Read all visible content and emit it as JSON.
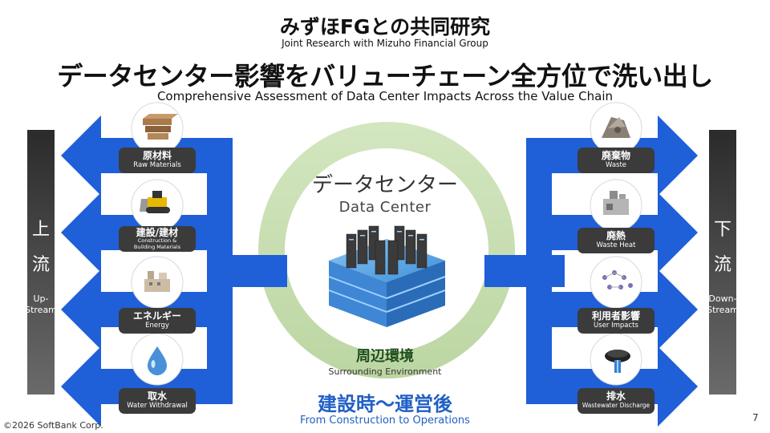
{
  "header": {
    "title_jp": "みずほFGとの共同研究",
    "title_en": "Joint Research with Mizuho Financial Group",
    "headline_jp": "データセンター影響をバリューチェーン全方位で洗い出し",
    "headline_en": "Comprehensive Assessment of Data Center Impacts Across the Value Chain"
  },
  "upstream": {
    "jp_top": "上",
    "jp_bottom": "流",
    "en_line1": "Up-",
    "en_line2": "Stream",
    "items": [
      {
        "jp": "原材料",
        "en": "Raw Materials",
        "icon": "lumber-icon"
      },
      {
        "jp": "建設/建材",
        "en_line1": "Construction &",
        "en_line2": "Building Materials",
        "icon": "bulldozer-icon"
      },
      {
        "jp": "エネルギー",
        "en": "Energy",
        "icon": "power-plant-icon"
      },
      {
        "jp": "取水",
        "en": "Water Withdrawal",
        "icon": "water-drop-icon"
      }
    ]
  },
  "downstream": {
    "jp_top": "下",
    "jp_bottom": "流",
    "en_line1": "Down-",
    "en_line2": "Stream",
    "items": [
      {
        "jp": "廃棄物",
        "en": "Waste",
        "icon": "scrap-pile-icon"
      },
      {
        "jp": "廃熱",
        "en": "Waste Heat",
        "icon": "exhaust-machine-icon"
      },
      {
        "jp": "利用者影響",
        "en": "User Impacts",
        "icon": "users-network-icon"
      },
      {
        "jp": "排水",
        "en": "Wastewater Discharge",
        "icon": "drain-pipe-icon"
      }
    ]
  },
  "center": {
    "title_jp": "データセンター",
    "title_en": "Data Center",
    "ring_jp": "周辺環境",
    "ring_en": "Surrounding Environment",
    "icon": "data-center-building-icon"
  },
  "timeline": {
    "jp": "建設時～運営後",
    "en": "From Construction to Operations"
  },
  "footer": {
    "copyright": "©2026 SoftBank Corp.",
    "page": "7"
  },
  "colors": {
    "arrow_blue": "#1f5fd8",
    "ring_green": "#c9dfb3",
    "label_bg": "#3b3b3b",
    "timeline_blue": "#1f5fc6"
  }
}
